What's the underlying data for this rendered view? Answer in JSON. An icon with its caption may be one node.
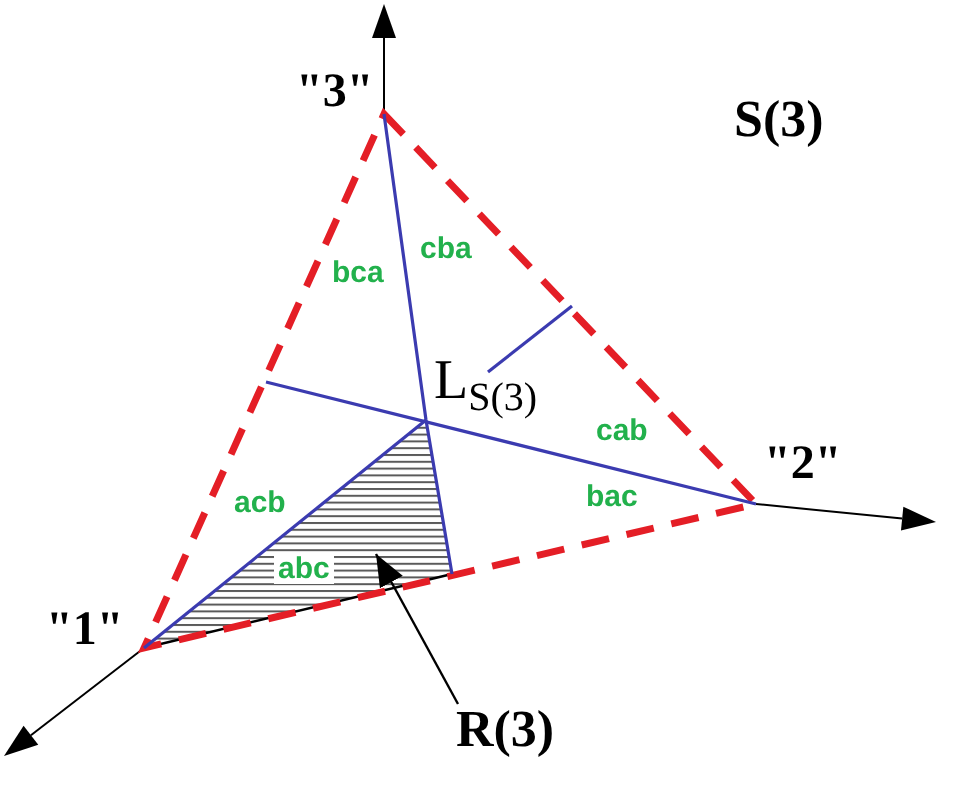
{
  "diagram": {
    "nodes": [
      {
        "text": [],
        "shape": "triangle"
      },
      {
        "text": [
          "R(3)"
        ]
      }
    ],
    "edges": [
      {
        "from": 1,
        "to": 0,
        "arrow": "to"
      }
    ],
    "labels": [
      "\"3\"",
      "S(3)",
      "cba",
      "bca",
      "L$_{S(3)}$",
      "cab",
      "\"2\"",
      "acb",
      "bac",
      "abc",
      "\"1\""
    ]
  }
}
